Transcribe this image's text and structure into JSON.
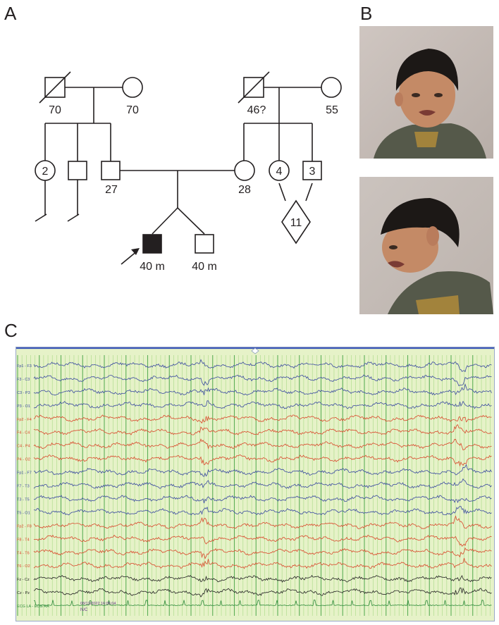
{
  "panels": {
    "a": "A",
    "b": "B",
    "c": "C"
  },
  "pedigree": {
    "paternal_grandfather_age": "70",
    "paternal_grandmother_age": "70",
    "maternal_grandfather_age": "46?",
    "maternal_grandmother_age": "55",
    "paternal_aunts_count": "2",
    "father_age": "27",
    "mother_age": "28",
    "maternal_aunts_count": "4",
    "maternal_uncles_count": "3",
    "maternal_cousins_count": "11",
    "proband_age": "40 m",
    "twin_age": "40 m"
  },
  "eeg": {
    "channels": [
      {
        "label": "Fp1 - F3",
        "color": "#3a4aa0"
      },
      {
        "label": "F3 - C3",
        "color": "#3a4aa0"
      },
      {
        "label": "C3 - P3",
        "color": "#3a4aa0"
      },
      {
        "label": "P3 - O1",
        "color": "#3a4aa0"
      },
      {
        "label": "Fp2 - F4",
        "color": "#d9482b"
      },
      {
        "label": "F4 - C4",
        "color": "#d9482b"
      },
      {
        "label": "C4 - P4",
        "color": "#d9482b"
      },
      {
        "label": "P4 - O2",
        "color": "#d9482b"
      },
      {
        "label": "Fp1 - F7",
        "color": "#3a4aa0"
      },
      {
        "label": "F7 - T3",
        "color": "#3a4aa0"
      },
      {
        "label": "T3 - T5",
        "color": "#3a4aa0"
      },
      {
        "label": "T5 - O1",
        "color": "#3a4aa0"
      },
      {
        "label": "Fp2 - F8",
        "color": "#d9482b"
      },
      {
        "label": "F8 - T4",
        "color": "#d9482b"
      },
      {
        "label": "T4 - T6",
        "color": "#d9482b"
      },
      {
        "label": "T6 - O2",
        "color": "#d9482b"
      },
      {
        "label": "Fz - Cz",
        "color": "#222222"
      },
      {
        "label": "Cz - Pz",
        "color": "#222222"
      },
      {
        "label": "ECG LA - ECG RA",
        "color": "#2e8b3a"
      }
    ],
    "timestamp": "08/13/2022 16:06:04",
    "event_tag": "N/C",
    "background_color": "#e6f2c8",
    "gridline_color": "#8fcf6a",
    "frame_color": "#3b57b8"
  }
}
